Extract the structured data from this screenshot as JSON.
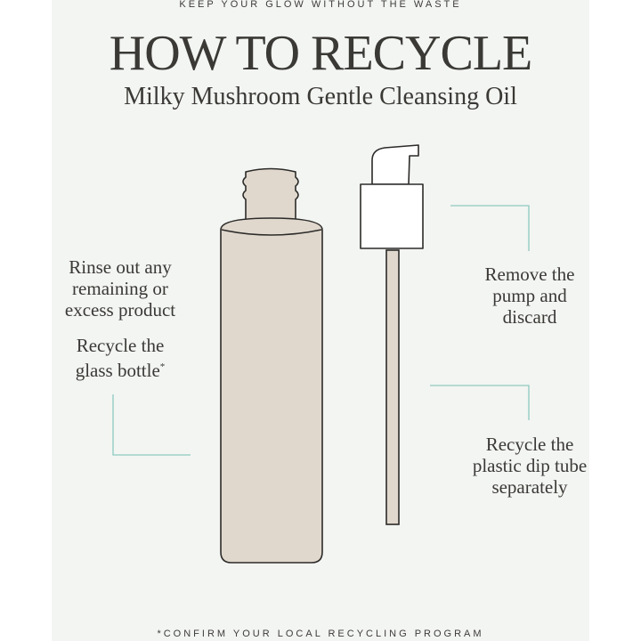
{
  "tagline": "KEEP YOUR GLOW WITHOUT THE WASTE",
  "title": "HOW TO RECYCLE",
  "subtitle": "Milky Mushroom Gentle Cleansing Oil",
  "steps": {
    "rinse": [
      "Rinse out any",
      "remaining or",
      "excess product"
    ],
    "bottle": [
      "Recycle the",
      "glass bottle"
    ],
    "bottle_mark": "*",
    "pump": [
      "Remove the",
      "pump and",
      "discard"
    ],
    "tube": [
      "Recycle the",
      "plastic dip tube",
      "separately"
    ]
  },
  "footnote": "*CONFIRM YOUR LOCAL RECYCLING PROGRAM",
  "colors": {
    "panel": "#f3f5f2",
    "bottle_fill": "#e0d8cd",
    "outline": "#2c2b29",
    "leader_line": "#8ec9c0",
    "text": "#3a3936"
  }
}
